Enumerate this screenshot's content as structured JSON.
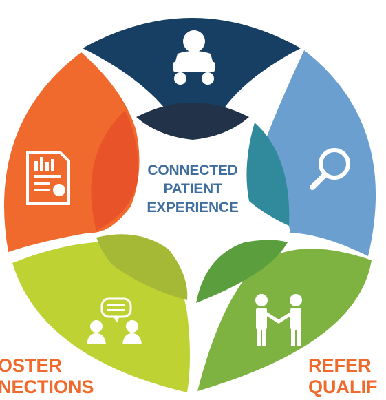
{
  "colors": {
    "navy": "#173f63",
    "navy_overlap": "#223349",
    "blue": "#6b9fd0",
    "teal_overlap": "#308a9b",
    "green": "#7fb341",
    "green_overlap": "#5a9e3e",
    "lime": "#bed234",
    "lime_overlap": "#a5b936",
    "orange": "#ef6a2c",
    "orange_overlap": "#e8532a",
    "center_text": "#3f6e9e",
    "label_text": "#ef6a2c"
  },
  "center": {
    "line1": "CONNECTED",
    "line2": "PATIENT",
    "line3": "EXPERIENCE"
  },
  "segments": [
    {
      "id": "top",
      "icon": "reading-person-icon"
    },
    {
      "id": "right",
      "icon": "magnifier-icon"
    },
    {
      "id": "bottom-right",
      "icon": "handshake-people-icon"
    },
    {
      "id": "bottom-left",
      "icon": "chat-people-icon"
    },
    {
      "id": "left",
      "icon": "report-document-icon"
    }
  ],
  "labels": {
    "left_line1": "OSTER",
    "left_line2": "NECTIONS",
    "right_line1": "REFER",
    "right_line2": "QUALIF"
  }
}
